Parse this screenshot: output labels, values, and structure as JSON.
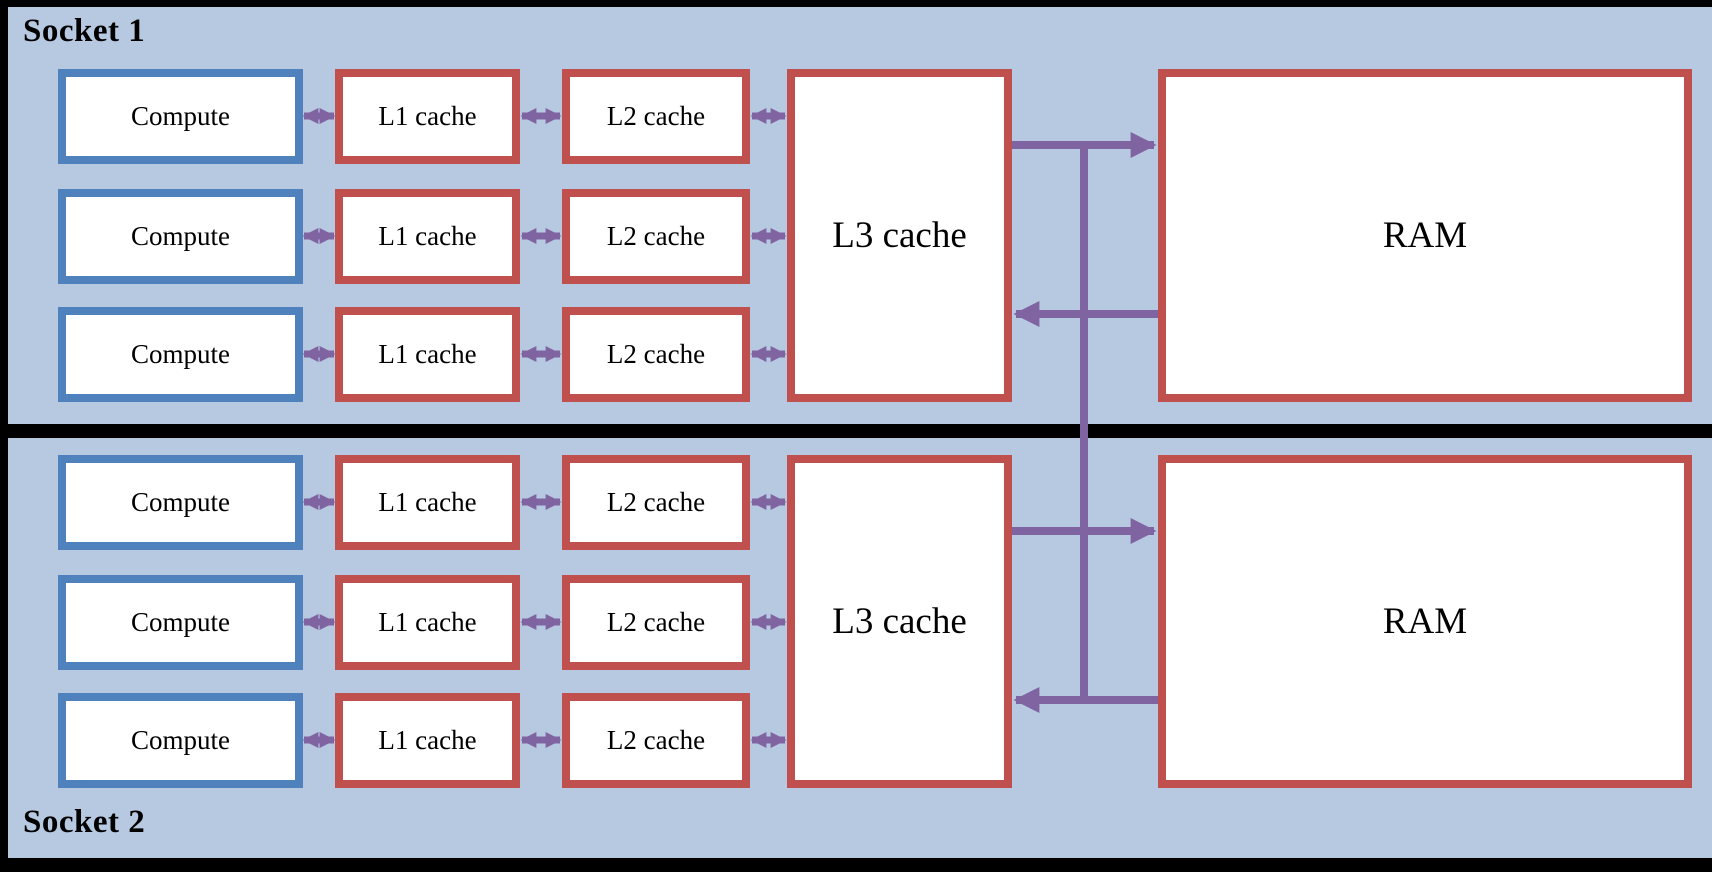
{
  "diagram": {
    "type": "cpu-memory-architecture",
    "colors": {
      "frame_and_divider": "#000000",
      "socket_background": "#b7c8e1",
      "compute_border": "#4f81bd",
      "cache_border": "#c0504d",
      "box_fill": "#ffffff",
      "bus_arrow": "#8064a2",
      "text": "#000000"
    },
    "sockets": [
      {
        "label": "Socket 1",
        "cores": [
          {
            "compute": "Compute",
            "l1": "L1 cache",
            "l2": "L2 cache"
          },
          {
            "compute": "Compute",
            "l1": "L1 cache",
            "l2": "L2 cache"
          },
          {
            "compute": "Compute",
            "l1": "L1 cache",
            "l2": "L2 cache"
          }
        ],
        "shared_cache": "L3 cache",
        "memory": "RAM"
      },
      {
        "label": "Socket 2",
        "cores": [
          {
            "compute": "Compute",
            "l1": "L1 cache",
            "l2": "L2 cache"
          },
          {
            "compute": "Compute",
            "l1": "L1 cache",
            "l2": "L2 cache"
          },
          {
            "compute": "Compute",
            "l1": "L1 cache",
            "l2": "L2 cache"
          }
        ],
        "shared_cache": "L3 cache",
        "memory": "RAM"
      }
    ]
  }
}
